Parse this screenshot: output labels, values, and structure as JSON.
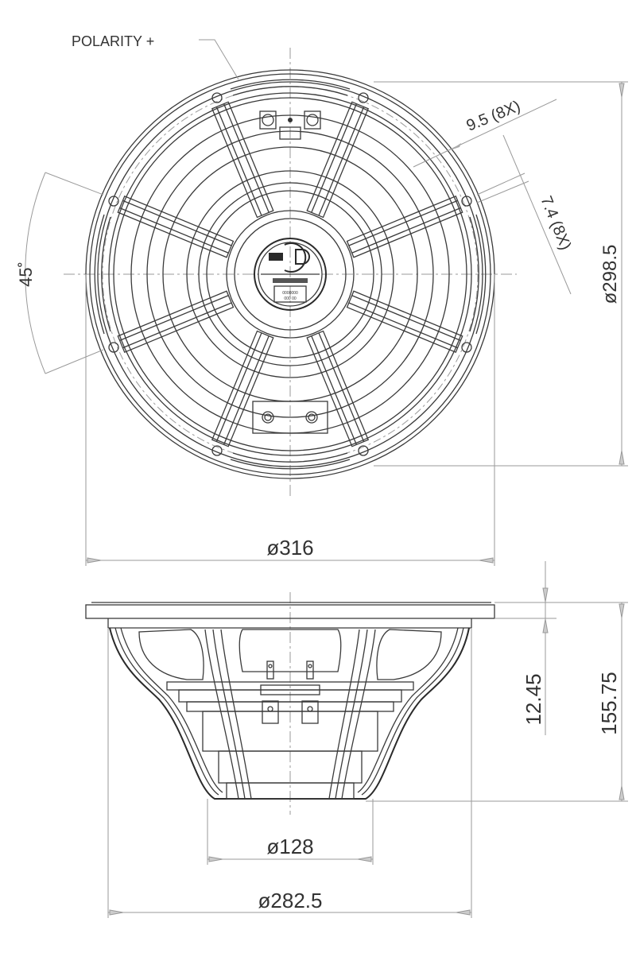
{
  "drawing": {
    "subject": "Loudspeaker driver mechanical drawing",
    "views": [
      "front view",
      "side view"
    ],
    "stroke_color": "#3a3a3a",
    "dimension_color": "#9a9a9a",
    "text_color": "#333333"
  },
  "front_view": {
    "polarity_label": "POLARITY +",
    "angle_label": "45˚",
    "hole_dimension_label": "9.5 (8X)",
    "slot_dimension_label": "7.4 (8X)",
    "bolt_circle_label": "ø298.5",
    "outer_diameter_label": "ø316",
    "spoke_count": 8,
    "mounting_hole_count": 8
  },
  "side_view": {
    "flange_thickness_label": "12.45",
    "total_depth_label": "155.75",
    "magnet_diameter_label": "ø128",
    "baffle_cutout_label": "ø282.5"
  }
}
